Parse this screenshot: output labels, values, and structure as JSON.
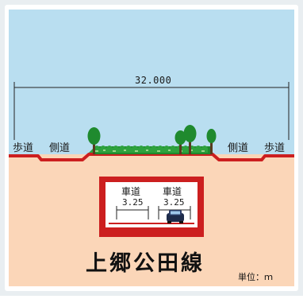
{
  "diagram": {
    "total_width": "32.000",
    "surface_labels": {
      "left_walk": "歩道",
      "left_side": "側道",
      "right_side": "側道",
      "right_walk": "歩道"
    },
    "tunnel": {
      "lane_left": {
        "label": "車道",
        "width": "3.25"
      },
      "lane_right": {
        "label": "車道",
        "width": "3.25"
      }
    },
    "title": "上郷公田線",
    "unit": "単位：ｍ",
    "colors": {
      "sky": "#b9def0",
      "ground": "#fbd6b8",
      "road_outline": "#cc1f1f",
      "frame": "#ffffff",
      "tree": "#1f8a2e"
    }
  }
}
